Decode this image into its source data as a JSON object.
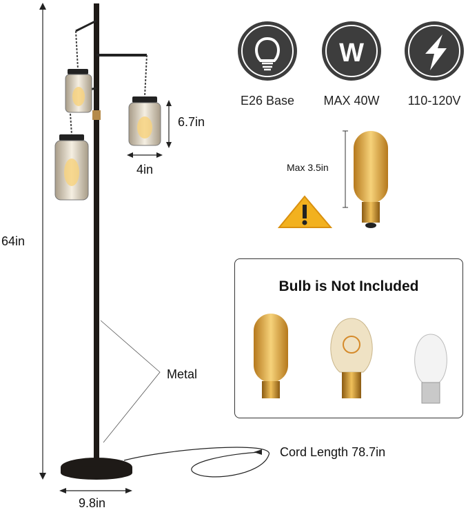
{
  "dimensions": {
    "height": "64in",
    "jar_height": "6.7in",
    "jar_width": "4in",
    "base_width": "9.8in"
  },
  "material_label": "Metal",
  "cord_label": "Cord Length 78.7in",
  "specs": [
    {
      "icon": "bulb-icon",
      "label": "E26 Base"
    },
    {
      "icon": "watt-icon",
      "glyph": "W",
      "label": "MAX 40W"
    },
    {
      "icon": "lightning-icon",
      "label": "110-120V"
    }
  ],
  "bulb_max_label": "Max 3.5in",
  "notice_title": "Bulb is Not Included",
  "colors": {
    "icon_bg": "#3d3d3d",
    "bulb_glass": "#d9a441",
    "bulb_base": "#c8902a",
    "warning": "#f2b11f"
  }
}
